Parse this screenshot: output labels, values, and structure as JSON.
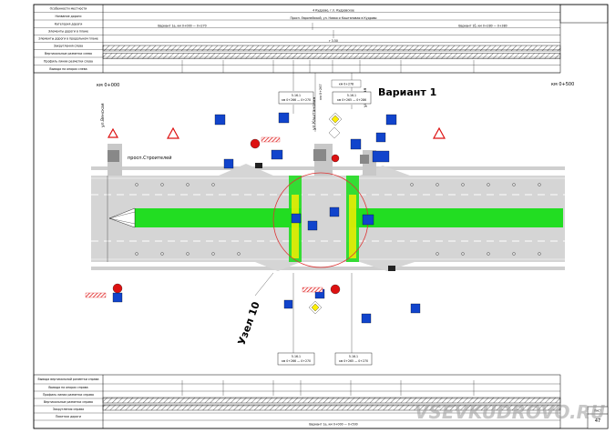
{
  "top_table": {
    "rows": [
      {
        "label": "Особенности местности",
        "value": "4 Кудрово, г.п. Кудровское"
      },
      {
        "label": "Название дороги",
        "value": "Просп. Европейский, ул. Новая и Каштановая в Кудрово"
      },
      {
        "label": "Категория дороги",
        "value_left": "Вариант 1а, км 0+000 — 0+270",
        "value_right": "Вариант 1б, км 0+280 — 0+380"
      },
      {
        "label": "Элементы дороги в плане",
        "value": ""
      },
      {
        "label": "Элементы дороги в продольном плане",
        "value": "г 3.50"
      },
      {
        "label": "Закругления слева",
        "value": ""
      },
      {
        "label": "Вертикальные разметки слева",
        "value": ""
      },
      {
        "label": "Профиль линии разметки слева",
        "value": ""
      },
      {
        "label": "Вывода на опорах слева",
        "value": ""
      }
    ]
  },
  "plan": {
    "km_start": "км 0+000",
    "km_end": "км 0+500",
    "variant_label": "Вариант 1",
    "street_left": "просп.Строителей",
    "street_v1": "ул.Каштановая",
    "street_v2": "ул.Новая",
    "street_left_v": "ул.Венская",
    "node_label": "Узел 10",
    "callout_top_left": {
      "line1": "5.16.1",
      "line2": "км 0+266 — 0+270"
    },
    "callout_top_right": {
      "line1": "5.16.1",
      "line2": "км 0+265 — 0+286"
    },
    "callout_bottom_left": {
      "line1": "5.16.1",
      "line2": "км 0+266 — 0+270"
    },
    "callout_bottom_right": {
      "line1": "5.16.1",
      "line2": "км 0+265 — 0+270"
    },
    "chainage_top": "км 0+267",
    "chainage_mark": "км 0+278"
  },
  "bottom_table": {
    "rows": [
      {
        "label": "Вывода вертикальной разметки справа",
        "value": ""
      },
      {
        "label": "Вывода на опорах справа",
        "value": ""
      },
      {
        "label": "Профиль линии разметки справа",
        "value": ""
      },
      {
        "label": "Вертикальные разметки справа",
        "value": ""
      },
      {
        "label": "Закругления справа",
        "value": ""
      },
      {
        "label": "Пикетаж дороги",
        "value": "Вариант 1а, км 0+000 — 0+500"
      }
    ]
  },
  "stamp": {
    "label": "Лист",
    "sheet": "47"
  },
  "watermark": "VSEVKUDROVO.RU",
  "colors": {
    "road": "#d5d5d5",
    "green": "#22dd22",
    "sign_blue": "#1144cc",
    "sign_red": "#dd1111",
    "yellow": "#ffee00"
  }
}
